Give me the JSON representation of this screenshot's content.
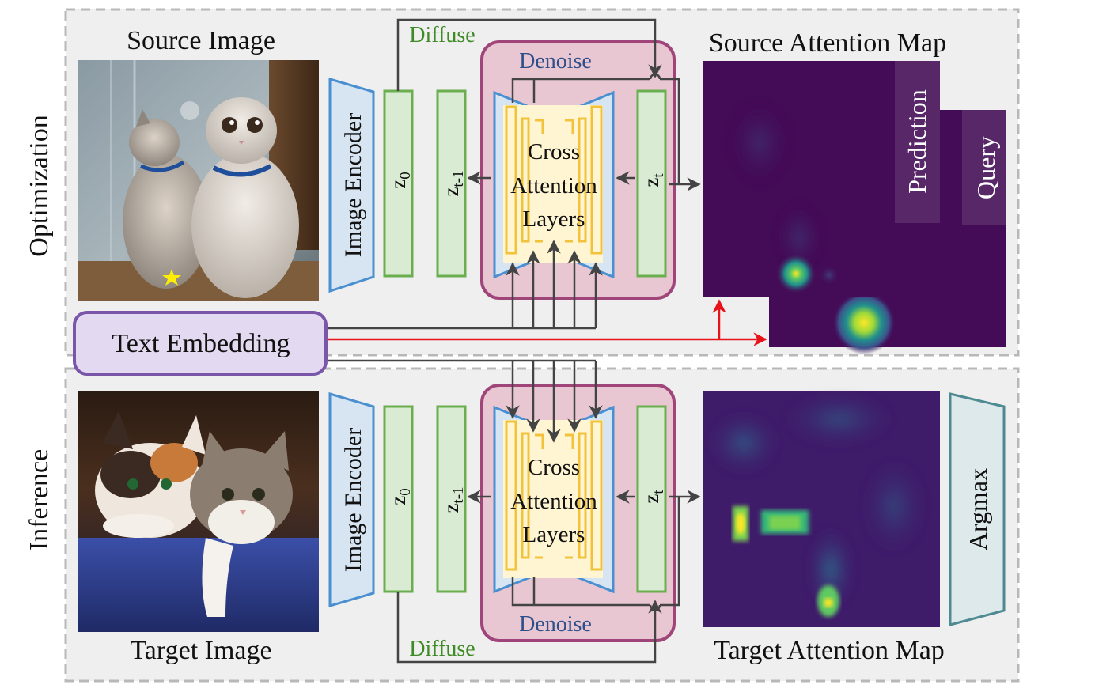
{
  "sections": {
    "optimization": "Optimization",
    "inference": "Inference"
  },
  "optimization": {
    "image_label": "Source Image",
    "encoder_label": "Image Encoder",
    "z0": {
      "main": "z",
      "sub": "0"
    },
    "zt1": {
      "main": "z",
      "sub": "t-1"
    },
    "zt": {
      "main": "z",
      "sub": "t"
    },
    "diffuse_label": "Diffuse",
    "denoise_label": "Denoise",
    "cross_attention": [
      "Cross",
      "Attention",
      "Layers"
    ],
    "map_title": "Source Attention Map",
    "prediction_label": "Prediction",
    "query_label": "Query"
  },
  "text_embedding_label": "Text Embedding",
  "inference": {
    "image_label": "Target Image",
    "encoder_label": "Image Encoder",
    "z0": {
      "main": "z",
      "sub": "0"
    },
    "zt1": {
      "main": "z",
      "sub": "t-1"
    },
    "zt": {
      "main": "z",
      "sub": "t"
    },
    "diffuse_label": "Diffuse",
    "denoise_label": "Denoise",
    "cross_attention": [
      "Cross",
      "Attention",
      "Layers"
    ],
    "map_title": "Target Attention Map",
    "argmax_label": "Argmax"
  },
  "colors": {
    "panel_bg": "#efefef",
    "panel_border": "#b8b8b8",
    "encoder_blue": "#4a8fd0",
    "latent_green": "#6aae4f",
    "latent_fill": "#d9ecd3",
    "denoise_border": "#a0457a",
    "denoise_fill": "#e9c7d2",
    "unet_blue": "#4a8fd0",
    "attention_yellow": "#f2c33a",
    "attention_fill": "#fff5d2",
    "text_embed_border": "#7a55a8",
    "text_embed_fill": "#e3d9f1",
    "arrow_dark": "#444444",
    "arrow_red": "#e8121b",
    "diffuse_text": "#3e8a25",
    "denoise_text": "#2d4f8a",
    "argmax_border": "#4e8a92",
    "argmax_fill": "#dde9ea",
    "viridis_dark": "#440b56"
  }
}
